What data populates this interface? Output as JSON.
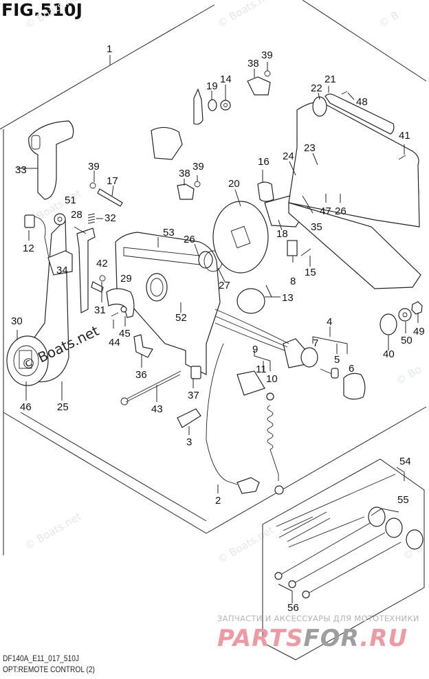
{
  "figure": {
    "title": "FIG.510J",
    "code": "DF140A_E11_017_510J",
    "description": "OPT:REMOTE CONTROL (2)"
  },
  "watermarks": {
    "boats": "© Boats.net",
    "ru_line": "ЗАПЧАСТИ И АКСЕССУАРЫ ДЛЯ МОТОТЕХНИКИ",
    "ru_logo_a": "PARTS",
    "ru_logo_b": "FOR",
    "ru_logo_c": ".RU"
  },
  "callouts": {
    "c1": "1",
    "c2": "2",
    "c3": "3",
    "c4": "4",
    "c5": "5",
    "c6": "6",
    "c7": "7",
    "c8": "8",
    "c9": "9",
    "c10": "10",
    "c11": "11",
    "c12": "12",
    "c13": "13",
    "c14": "14",
    "c15": "15",
    "c16": "16",
    "c17": "17",
    "c18": "18",
    "c19": "19",
    "c20": "20",
    "c21": "21",
    "c22": "22",
    "c23": "23",
    "c24": "24",
    "c25": "25",
    "c26a": "26",
    "c26b": "26",
    "c27": "27",
    "c28": "28",
    "c29": "29",
    "c30": "30",
    "c31": "31",
    "c32": "32",
    "c33": "33",
    "c34": "34",
    "c35": "35",
    "c36": "36",
    "c37": "37",
    "c38a": "38",
    "c38b": "38",
    "c39a": "39",
    "c39b": "39",
    "c39c": "39",
    "c40": "40",
    "c41": "41",
    "c42": "42",
    "c43": "43",
    "c44": "44",
    "c45": "45",
    "c46": "46",
    "c47": "47",
    "c48": "48",
    "c49": "49",
    "c50": "50",
    "c51": "51",
    "c52": "52",
    "c53": "53",
    "c54": "54",
    "c55": "55",
    "c56": "56"
  }
}
